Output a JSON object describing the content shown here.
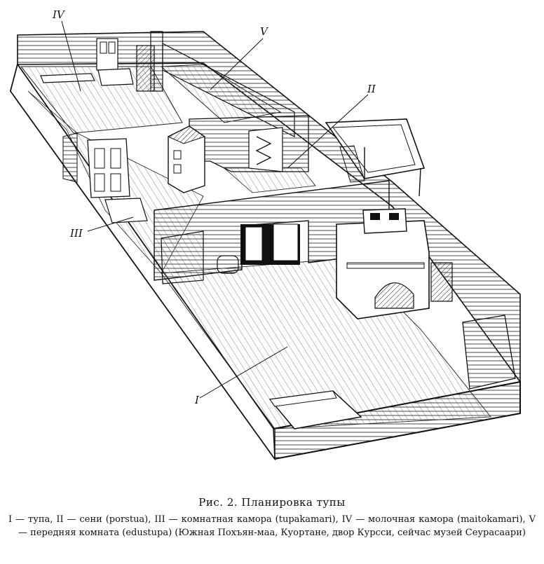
{
  "labels": {
    "I": "I",
    "II": "II",
    "III": "III",
    "IV": "IV",
    "V": "V"
  },
  "caption": {
    "title": "Рис. 2. Планировка тупы",
    "legend": "I — тупа, II — сени (porstua), III — комнатная камора (tupakamari), IV — молочная камора (maitokamari), V — передняя комната (edustupa) (Южная Похъян-маа, Куортане, двор Курсси, сейчас музей Сеурасаари)"
  }
}
